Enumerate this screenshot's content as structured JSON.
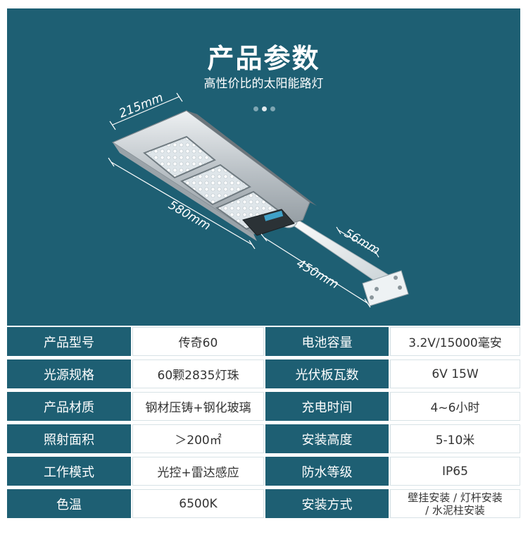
{
  "header": {
    "title": "产品参数",
    "subtitle": "高性价比的太阳能路灯",
    "pagination_dots": 3,
    "active_dot": 2
  },
  "dimensions": {
    "width": "215mm",
    "length": "580mm",
    "pole_diameter": "56mm",
    "arm_length": "450mm"
  },
  "colors": {
    "brand": "#1e5f73",
    "panel_bg": "#ffffff"
  },
  "specs": [
    {
      "label_left": "产品型号",
      "value_left": "传奇60",
      "label_right": "电池容量",
      "value_right": "3.2V/15000毫安"
    },
    {
      "label_left": "光源规格",
      "value_left": "60颗2835灯珠",
      "label_right": "光伏板瓦数",
      "value_right": "6V 15W"
    },
    {
      "label_left": "产品材质",
      "value_left": "钢材压铸+钢化玻璃",
      "label_right": "充电时间",
      "value_right": "4~6小时"
    },
    {
      "label_left": "照射面积",
      "value_left": "＞200㎡",
      "label_right": "安装高度",
      "value_right": "5-10米"
    },
    {
      "label_left": "工作模式",
      "value_left": "光控+雷达感应",
      "label_right": "防水等级",
      "value_right": "IP65"
    },
    {
      "label_left": "色温",
      "value_left": "6500K",
      "label_right": "安装方式",
      "value_right_line1": "壁挂安装 / 灯杆安装",
      "value_right_line2": "/ 水泥柱安装"
    }
  ]
}
